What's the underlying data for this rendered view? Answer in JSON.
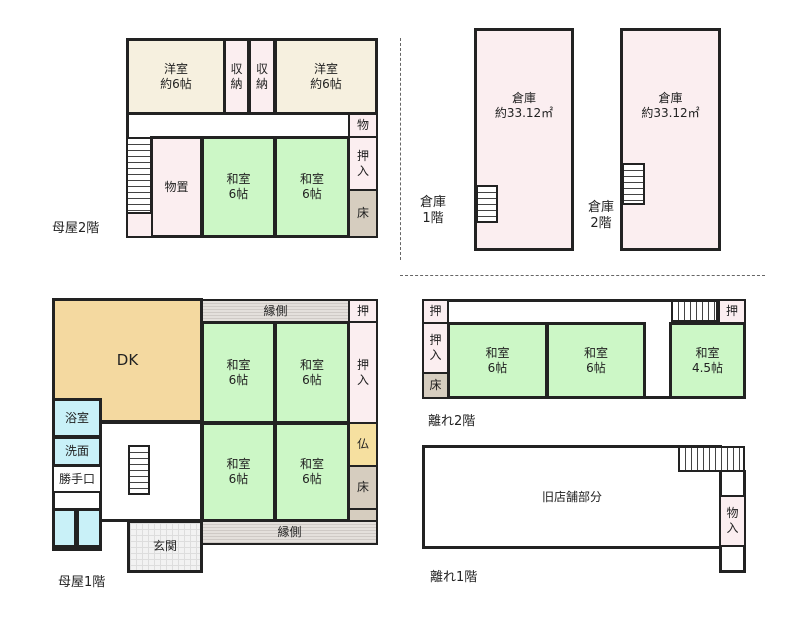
{
  "main_2f": {
    "label": "母屋2階",
    "western1": "洋室\n約6帖",
    "storage1": "収\n納",
    "storage2": "収\n納",
    "western2": "洋室\n約6帖",
    "mono": "物",
    "monooki": "物置",
    "washitsu1": "和室\n6帖",
    "washitsu2": "和室\n6帖",
    "oshiire": "押\n入",
    "toko": "床"
  },
  "main_1f": {
    "label": "母屋1階",
    "dk": "DK",
    "engawa_top": "縁側",
    "oshi": "押",
    "washitsu1": "和室\n6帖",
    "washitsu2": "和室\n6帖",
    "washitsu3": "和室\n6帖",
    "washitsu4": "和室\n6帖",
    "oshiire": "押\n入",
    "butsu": "仏",
    "toko": "床",
    "bath": "浴室",
    "senmen": "洗面",
    "katteguchi": "勝手口",
    "genkan": "玄関",
    "engawa_bottom": "縁側"
  },
  "warehouse_1f": {
    "label": "倉庫\n1階",
    "room": "倉庫\n約33.12㎡"
  },
  "warehouse_2f": {
    "label": "倉庫\n2階",
    "room": "倉庫\n約33.12㎡"
  },
  "annex_2f": {
    "label": "離れ2階",
    "oshi1": "押",
    "oshiire": "押\n入",
    "toko": "床",
    "washitsu1": "和室\n6帖",
    "washitsu2": "和室\n6帖",
    "oshi2": "押",
    "washitsu3": "和室\n4.5帖"
  },
  "annex_1f": {
    "label": "離れ1階",
    "shop": "旧店舗部分",
    "monoire": "物\n入"
  }
}
